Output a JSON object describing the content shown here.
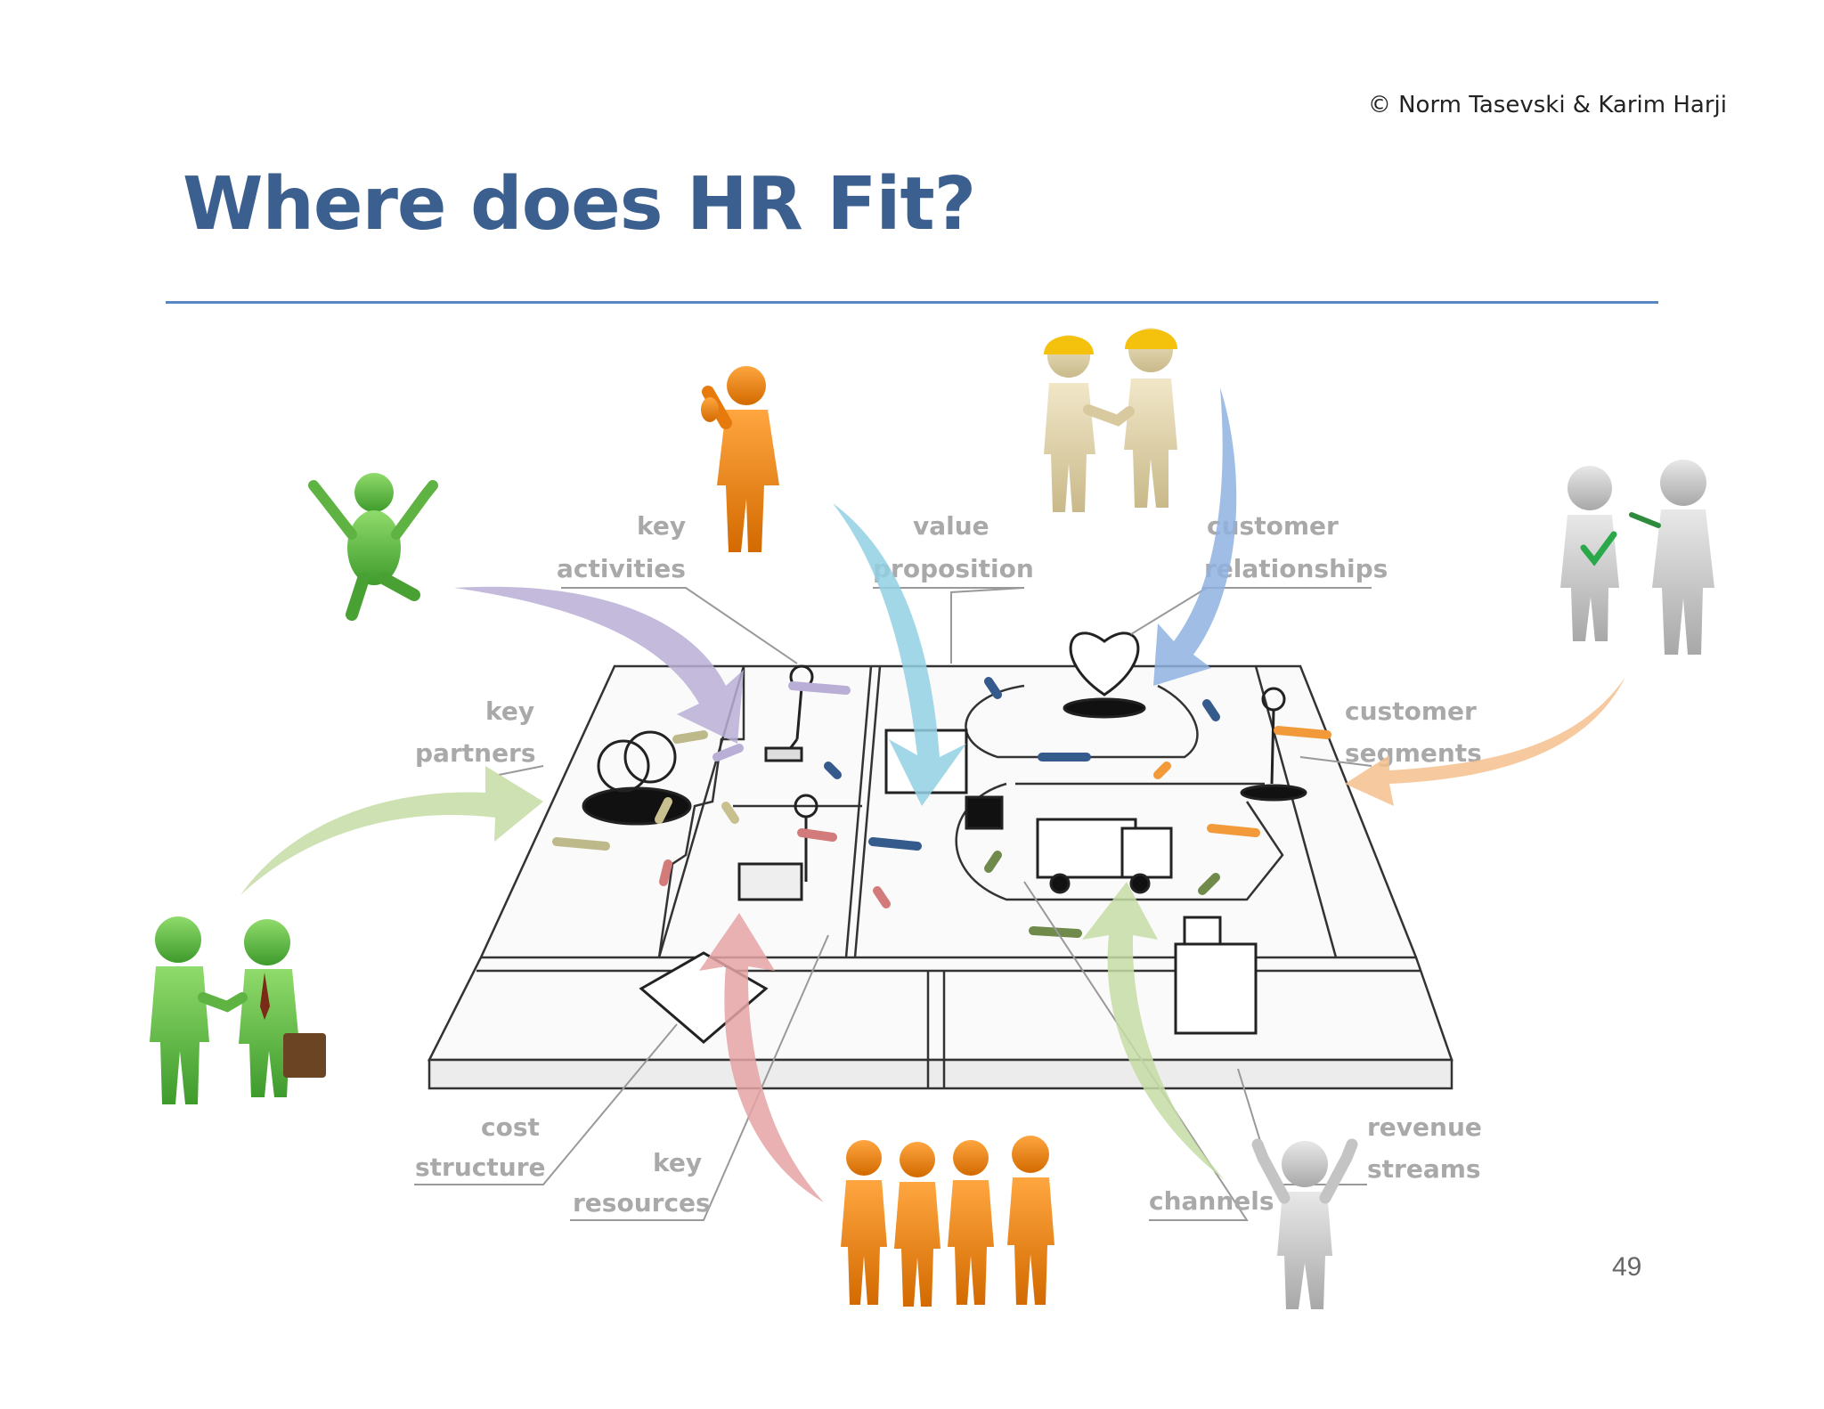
{
  "header": {
    "copyright": "© Norm Tasevski & Karim Harji",
    "title": "Where does HR Fit?"
  },
  "footer": {
    "page_number": "49"
  },
  "canvas_labels": {
    "key_activities": [
      "key",
      "activities"
    ],
    "value_proposition": [
      "value",
      "proposition"
    ],
    "customer_relationships": [
      "customer",
      "relationships"
    ],
    "key_partners": [
      "key",
      "partners"
    ],
    "customer_segments": [
      "customer",
      "segments"
    ],
    "cost_structure": [
      "cost",
      "structure"
    ],
    "key_resources": [
      "key",
      "resources"
    ],
    "channels": [
      "channels"
    ],
    "revenue_streams": [
      "revenue",
      "streams"
    ]
  },
  "colors": {
    "title": "#3b5f8f",
    "rule": "#5b86c4",
    "arrow_purple": "#b9aed6",
    "arrow_blue_light": "#92d0e4",
    "arrow_blue": "#8fb2e0",
    "arrow_orange": "#f6c08e",
    "arrow_green": "#c6dca4",
    "arrow_pink": "#e5a3a3",
    "figure_green": "#6cc34e",
    "figure_orange": "#f28a1c",
    "figure_beige": "#e8dcb7",
    "figure_gray": "#cfcfcf",
    "helmet": "#f4c20d"
  },
  "icons": [
    "jumping-green-figure",
    "thumbs-up-orange-figure",
    "handshake-helmet-figures",
    "checkmark-gray-figures",
    "handshake-green-figures",
    "orange-figure-group",
    "cheering-gray-figure"
  ]
}
